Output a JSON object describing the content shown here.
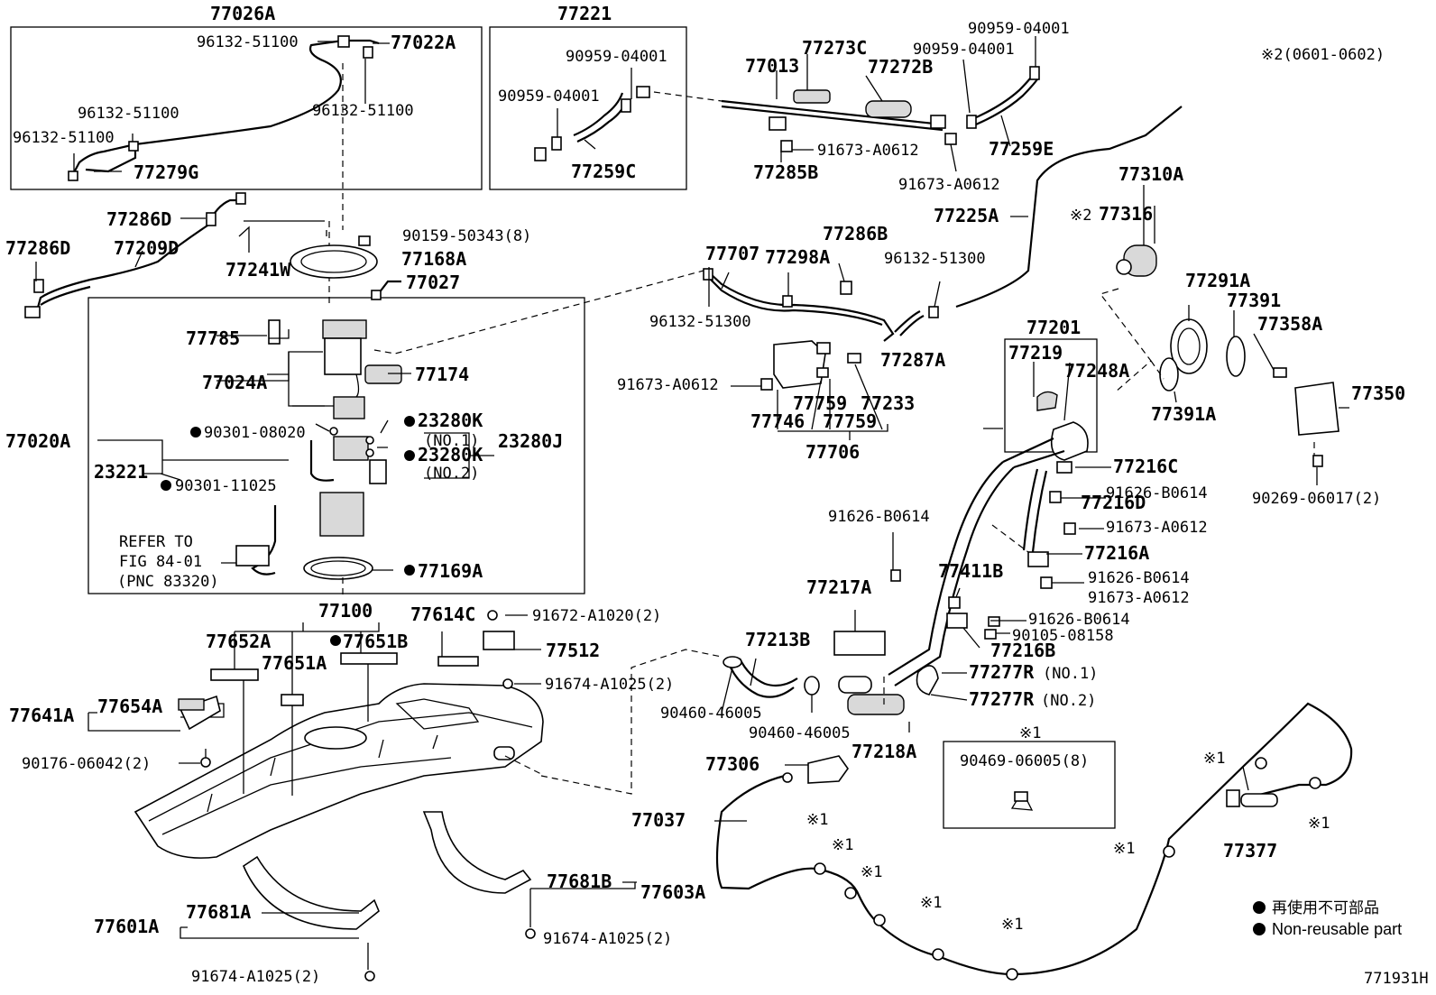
{
  "labels": {
    "l77026A": "77026A",
    "l77221": "77221",
    "l96132_51100a": "96132-51100",
    "l77022A": "77022A",
    "l96132_51100b": "96132-51100",
    "l96132_51100c": "96132-51100",
    "l96132_51100d": "96132-51100",
    "l77279G": "77279G",
    "l90959_04001a": "90959-04001",
    "l90959_04001b": "90959-04001",
    "l77259C": "77259C",
    "l90959_04001c": "90959-04001",
    "l90959_04001d": "90959-04001",
    "l77013": "77013",
    "l77273C": "77273C",
    "l77272B": "77272B",
    "l91673_A0612a": "91673-A0612",
    "l77285B": "77285B",
    "l91673_A0612b": "91673-A0612",
    "l77259E": "77259E",
    "lnote2": "※2(0601-0602)",
    "l77286Da": "77286D",
    "l77286Db": "77286D",
    "l77209D": "77209D",
    "l77241W": "77241W",
    "l90159_50343": "90159-50343(8)",
    "l77168A": "77168A",
    "l77027": "77027",
    "l77785": "77785",
    "l77024A": "77024A",
    "l77174": "77174",
    "l77020A": "77020A",
    "l90301_08020": "90301-08020",
    "l23280K1": "23280K",
    "lno1a": "(NO.1)",
    "l23280K2": "23280K",
    "lno2a": "(NO.2)",
    "l23280J": "23280J",
    "l23221": "23221",
    "l90301_11025": "90301-11025",
    "lrefer1": "REFER TO",
    "lrefer2": "FIG 84-01",
    "lrefer3": "(PNC 83320)",
    "l77169A": "77169A",
    "l77100": "77100",
    "l77652A": "77652A",
    "l77651A": "77651A",
    "l77651B": "77651B",
    "l77614C": "77614C",
    "l91672_A1020": "91672-A1020(2)",
    "l77512": "77512",
    "l91674_A1025a": "91674-A1025(2)",
    "l77641A": "77641A",
    "l77654A": "77654A",
    "l90176_06042": "90176-06042(2)",
    "l77681B": "77681B",
    "l77603A": "77603A",
    "l91674_A1025b": "91674-A1025(2)",
    "l77601A": "77601A",
    "l77681A": "77681A",
    "l91674_A1025c": "91674-A1025(2)",
    "l77707": "77707",
    "l77298A": "77298A",
    "l77286B": "77286B",
    "l96132_51300a": "96132-51300",
    "l96132_51300b": "96132-51300",
    "l77225A": "77225A",
    "l91673_A0612c": "91673-A0612",
    "l77287A": "77287A",
    "l77759a": "77759",
    "l77233": "77233",
    "l77746": "77746",
    "l77759b": "77759",
    "l77706": "77706",
    "l77310A": "77310A",
    "lnote77316": "※2",
    "l77316": "77316",
    "l77291A": "77291A",
    "l77391": "77391",
    "l77358A": "77358A",
    "l77391A": "77391A",
    "l77350": "77350",
    "l90269_06017": "90269-06017(2)",
    "l77201": "77201",
    "l77219": "77219",
    "l77248A": "77248A",
    "l77216C": "77216C",
    "l91626_B0614a": "91626-B0614",
    "l77216D": "77216D",
    "l91673_A0612d": "91673-A0612",
    "l91626_B0614b": "91626-B0614",
    "l77216A": "77216A",
    "l91626_B0614c": "91626-B0614",
    "l91673_A0612e": "91673-A0612",
    "l77217A": "77217A",
    "l77411B": "77411B",
    "l91626_B0614d": "91626-B0614",
    "l90105_08158": "90105-08158",
    "l77216B": "77216B",
    "l77213B": "77213B",
    "l77277R1": "77277R",
    "lno1b": "(NO.1)",
    "l77277R2": "77277R",
    "lno2b": "(NO.2)",
    "l90460_46005a": "90460-46005",
    "l90460_46005b": "90460-46005",
    "l77218A": "77218A",
    "l77306": "77306",
    "l77037": "77037",
    "lnote1box": "※1",
    "l90469_06005": "90469-06005(8)",
    "l77377": "77377",
    "m1": "※1",
    "m2": "※1",
    "m3": "※1",
    "m4": "※1",
    "m5": "※1",
    "m6": "※1",
    "m7": "※1",
    "m8": "※1",
    "legend_jp": "再使用不可部品",
    "legend_en": "Non-reusable part",
    "fig_code": "771931H"
  }
}
